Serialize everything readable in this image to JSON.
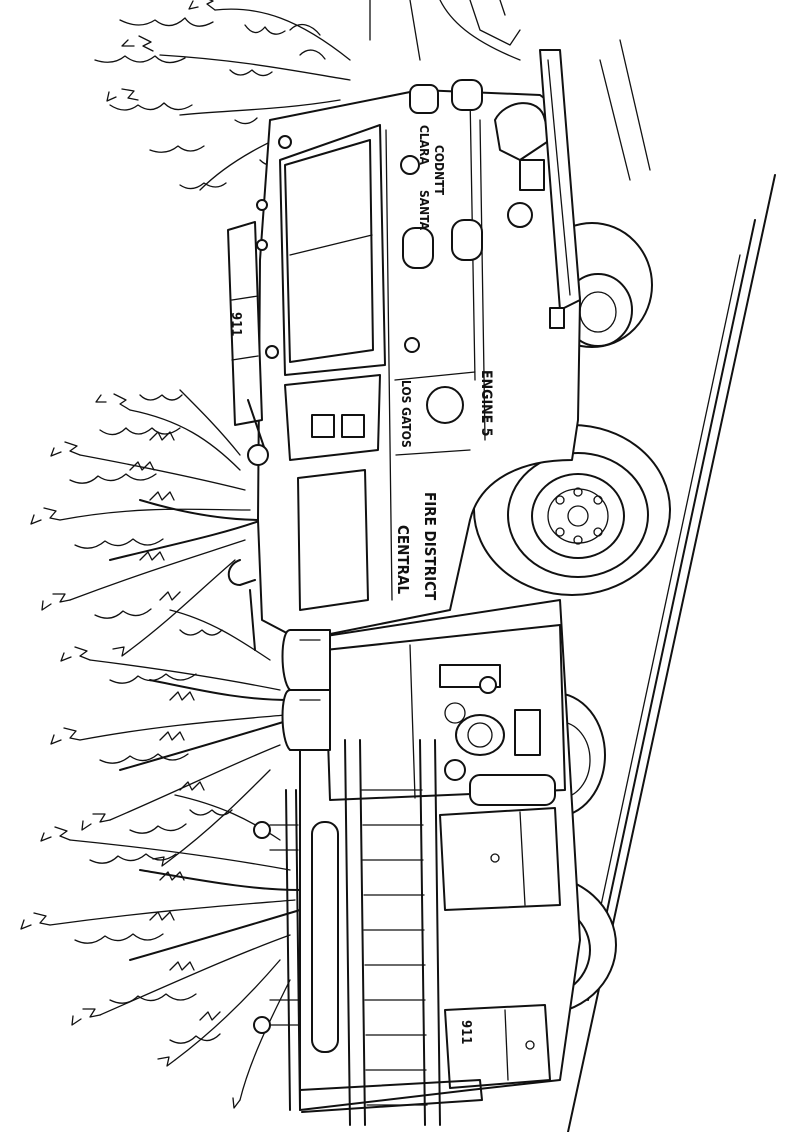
{
  "illustration": {
    "subject": "fire-truck",
    "style": "line-art coloring page",
    "colors": {
      "line": "#111111",
      "background": "#ffffff"
    }
  },
  "lettering": {
    "district": "CENTRAL",
    "district_line2": "FIRE DISTRICT",
    "city": "LOS GATOS",
    "engine": "ENGINE  5",
    "county_1": "SANTA",
    "county_2": "CLARA",
    "county_3": "CODNTT",
    "plate_front": "911",
    "plate_rear": "911"
  }
}
